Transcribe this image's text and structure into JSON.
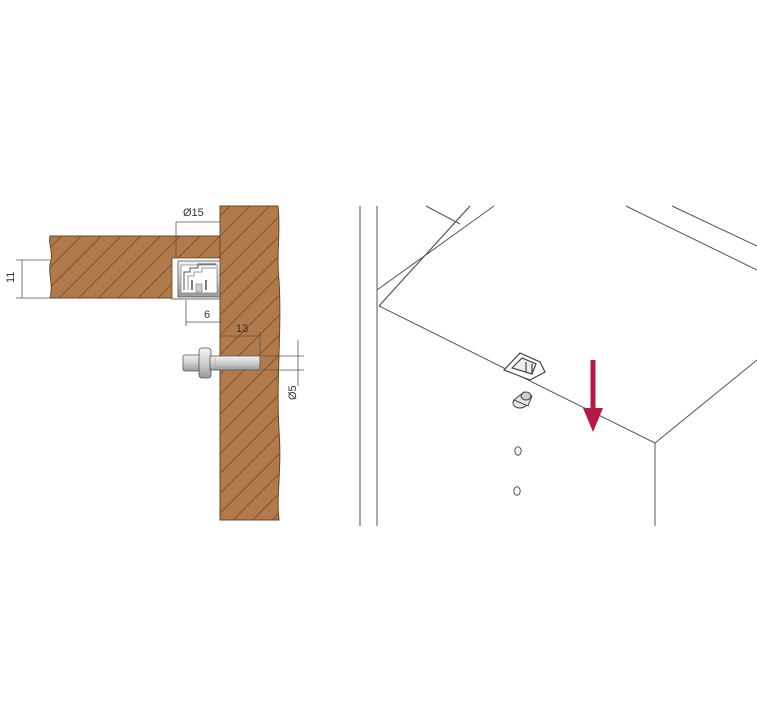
{
  "dimensions": {
    "hole_diameter": "Ø15",
    "shelf_thickness": "11",
    "insert_depth": "6",
    "pin_length": "13",
    "pin_diameter": "Ø5"
  },
  "colors": {
    "wood": "#b07a4a",
    "wood_hatch": "#6e4422",
    "metal_light": "#e2e2e2",
    "metal_dark": "#8c8c8c",
    "line": "#555555",
    "arrow": "#b51a45"
  }
}
